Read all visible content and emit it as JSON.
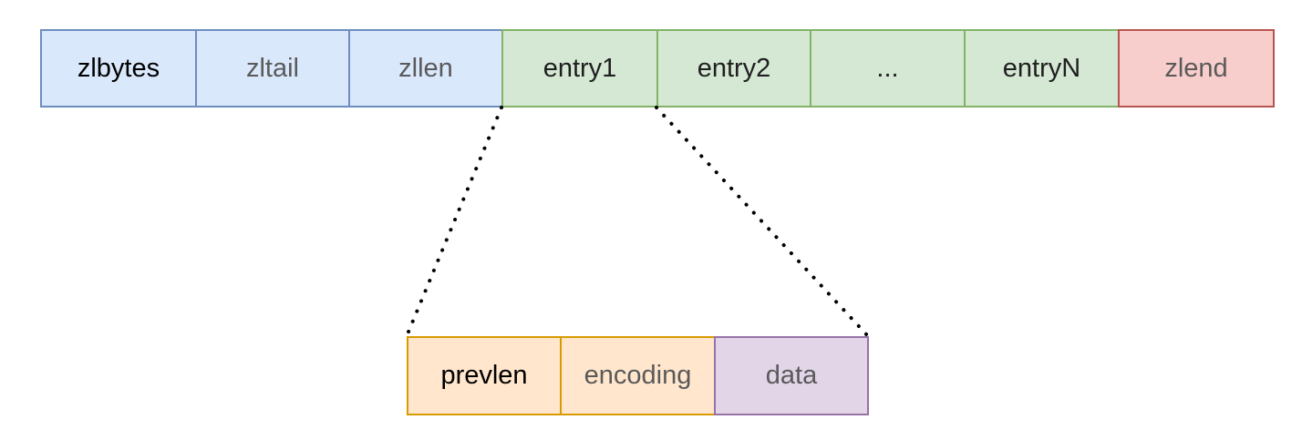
{
  "ziplist": {
    "zlbytes": "zlbytes",
    "zltail": "zltail",
    "zllen": "zllen",
    "entry1": "entry1",
    "entry2": "entry2",
    "ellipsis": "...",
    "entryN": "entryN",
    "zlend": "zlend"
  },
  "entry_detail": {
    "prevlen": "prevlen",
    "encoding": "encoding",
    "data": "data"
  },
  "colors": {
    "header_fill": "#dae8fc",
    "header_stroke": "#6c8ebf",
    "entry_fill": "#d5e8d4",
    "entry_stroke": "#82b366",
    "end_fill": "#f8cecc",
    "end_stroke": "#b85450",
    "prevlen_encoding_fill": "#ffe6cc",
    "prevlen_encoding_stroke": "#d79b00",
    "data_fill": "#e1d5e7",
    "data_stroke": "#9673a6"
  }
}
